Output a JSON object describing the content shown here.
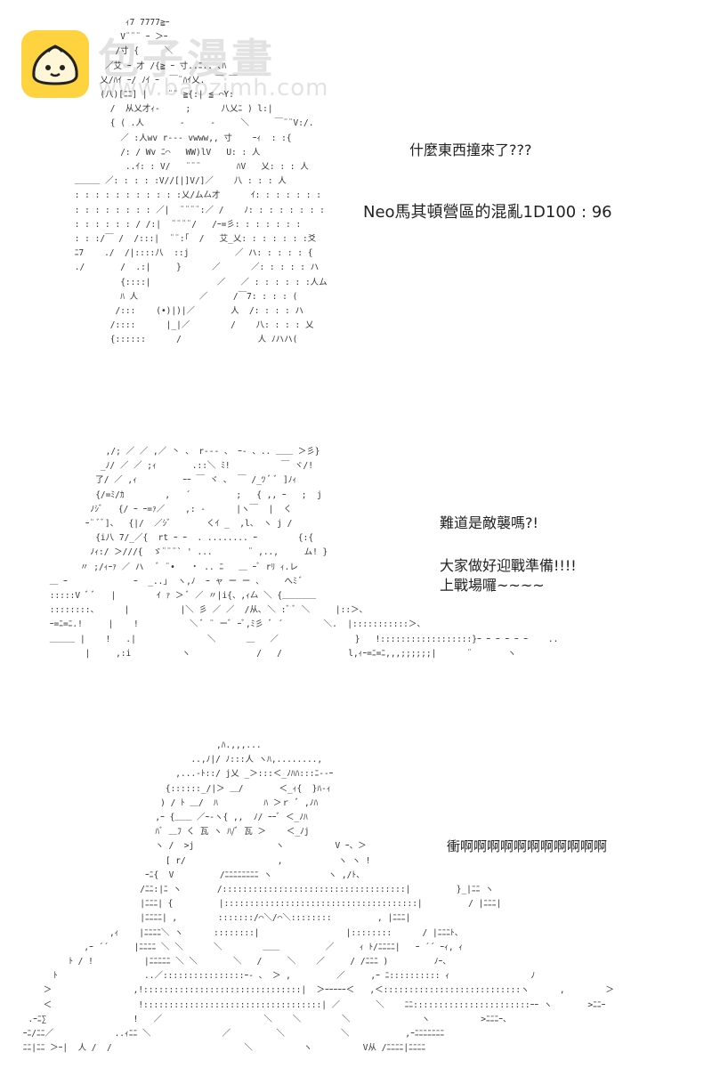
{
  "watermark": {
    "wordmark": "包子漫畫",
    "url": "www.baozimh.com",
    "icon": "bun-mascot-icon",
    "badge_color": "#ffd23f"
  },
  "panel1": {
    "line1": "什麼東西撞來了???",
    "line2": "Neo馬其頓營區的混亂1D100 : 96"
  },
  "panel2": {
    "line1": "難道是敵襲嗎?!",
    "line2": "大家做好迎戰準備!!!!",
    "line3": "上戰場囉~~~~"
  },
  "panel3": {
    "line1": "衝啊啊啊啊啊啊啊啊啊啊啊"
  }
}
